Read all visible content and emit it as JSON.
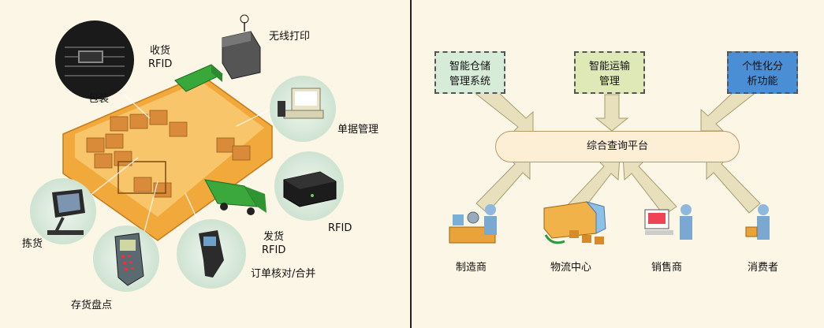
{
  "warehouse": {
    "labels": {
      "wireless_print": "无线打印",
      "receive_rfid": "收货\nRFID",
      "packing": "包装",
      "document_mgmt": "单据管理",
      "rfid": "RFID",
      "ship_rfid": "发货\nRFID",
      "picking": "拣货",
      "order_check": "订单核对/合并",
      "inventory_count": "存货盘点"
    }
  },
  "system": {
    "top_boxes": {
      "warehouse_mgmt": "智能仓储\n管理系统",
      "transport_mgmt": "智能运输\n管理",
      "personalized_analysis": "个性化分\n析功能"
    },
    "platform": "综合查询平台",
    "bottom": {
      "manufacturer": "制造商",
      "logistics_center": "物流中心",
      "retailer": "销售商",
      "consumer": "消费者"
    },
    "colors": {
      "warehouse_box": "#d6ecd8",
      "transport_box": "#dfe9b8",
      "analysis_box": "#4a8fd6",
      "platform_fill": "#fcefd6",
      "arrow_fill": "#e8e0bd",
      "divider": "#222222"
    }
  }
}
